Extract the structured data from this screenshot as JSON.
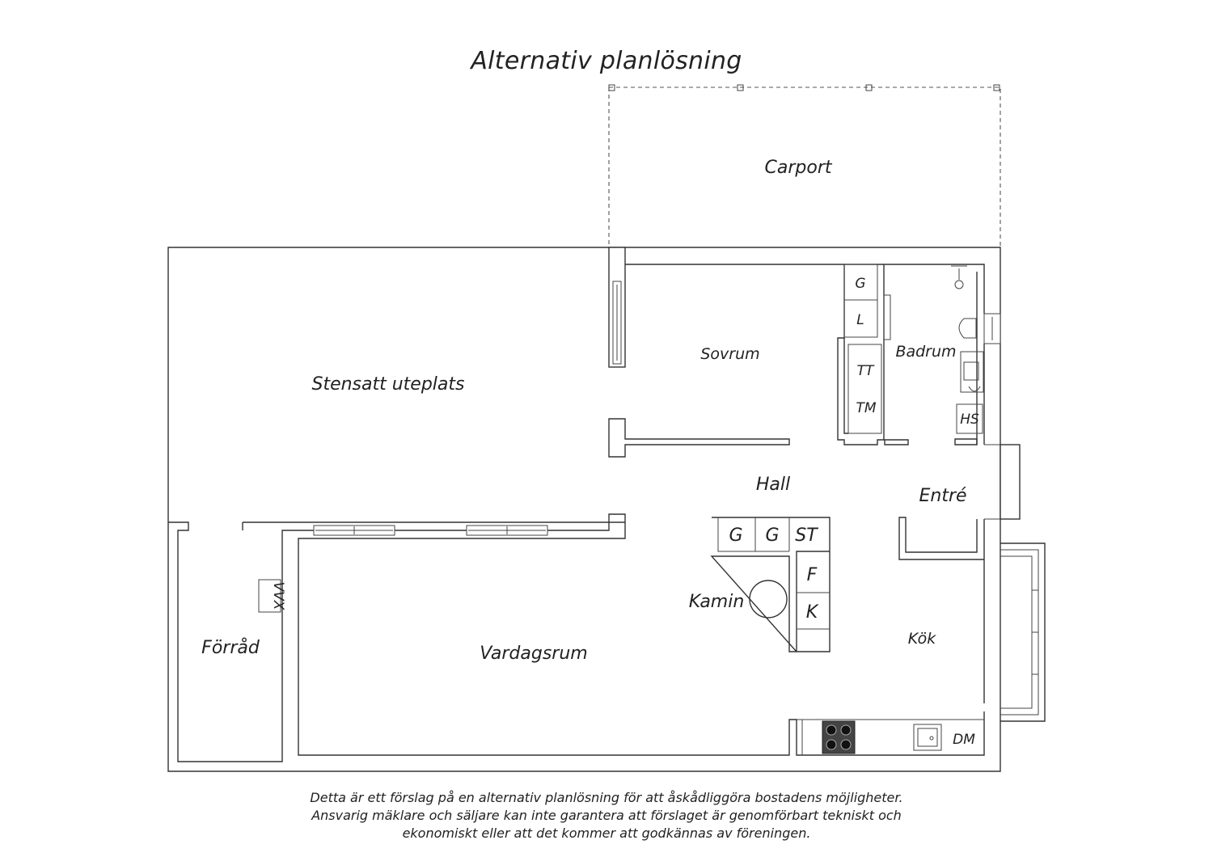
{
  "title": "Alternativ planlösning",
  "rooms": {
    "carport": "Carport",
    "uteplats": "Stensatt uteplats",
    "sovrum": "Sovrum",
    "badrum": "Badrum",
    "hall": "Hall",
    "entre": "Entré",
    "kamin": "Kamin",
    "forrad": "Förråd",
    "vardagsrum": "Vardagsrum",
    "kok": "Kök"
  },
  "fixtures": {
    "g1": "G",
    "l": "L",
    "tt": "TT",
    "tm": "TM",
    "hs": "HS",
    "g2": "G",
    "g3": "G",
    "st": "ST",
    "f": "F",
    "k": "K",
    "vvx": "VVX",
    "dm": "DM"
  },
  "disclaimer": {
    "line1": "Detta är ett förslag på en alternativ planlösning för att åskådliggöra bostadens möjligheter.",
    "line2": "Ansvarig mäklare och säljare kan inte garantera att förslaget är genomförbart tekniskt och",
    "line3": "ekonomiskt eller att det kommer att godkännas av föreningen."
  }
}
